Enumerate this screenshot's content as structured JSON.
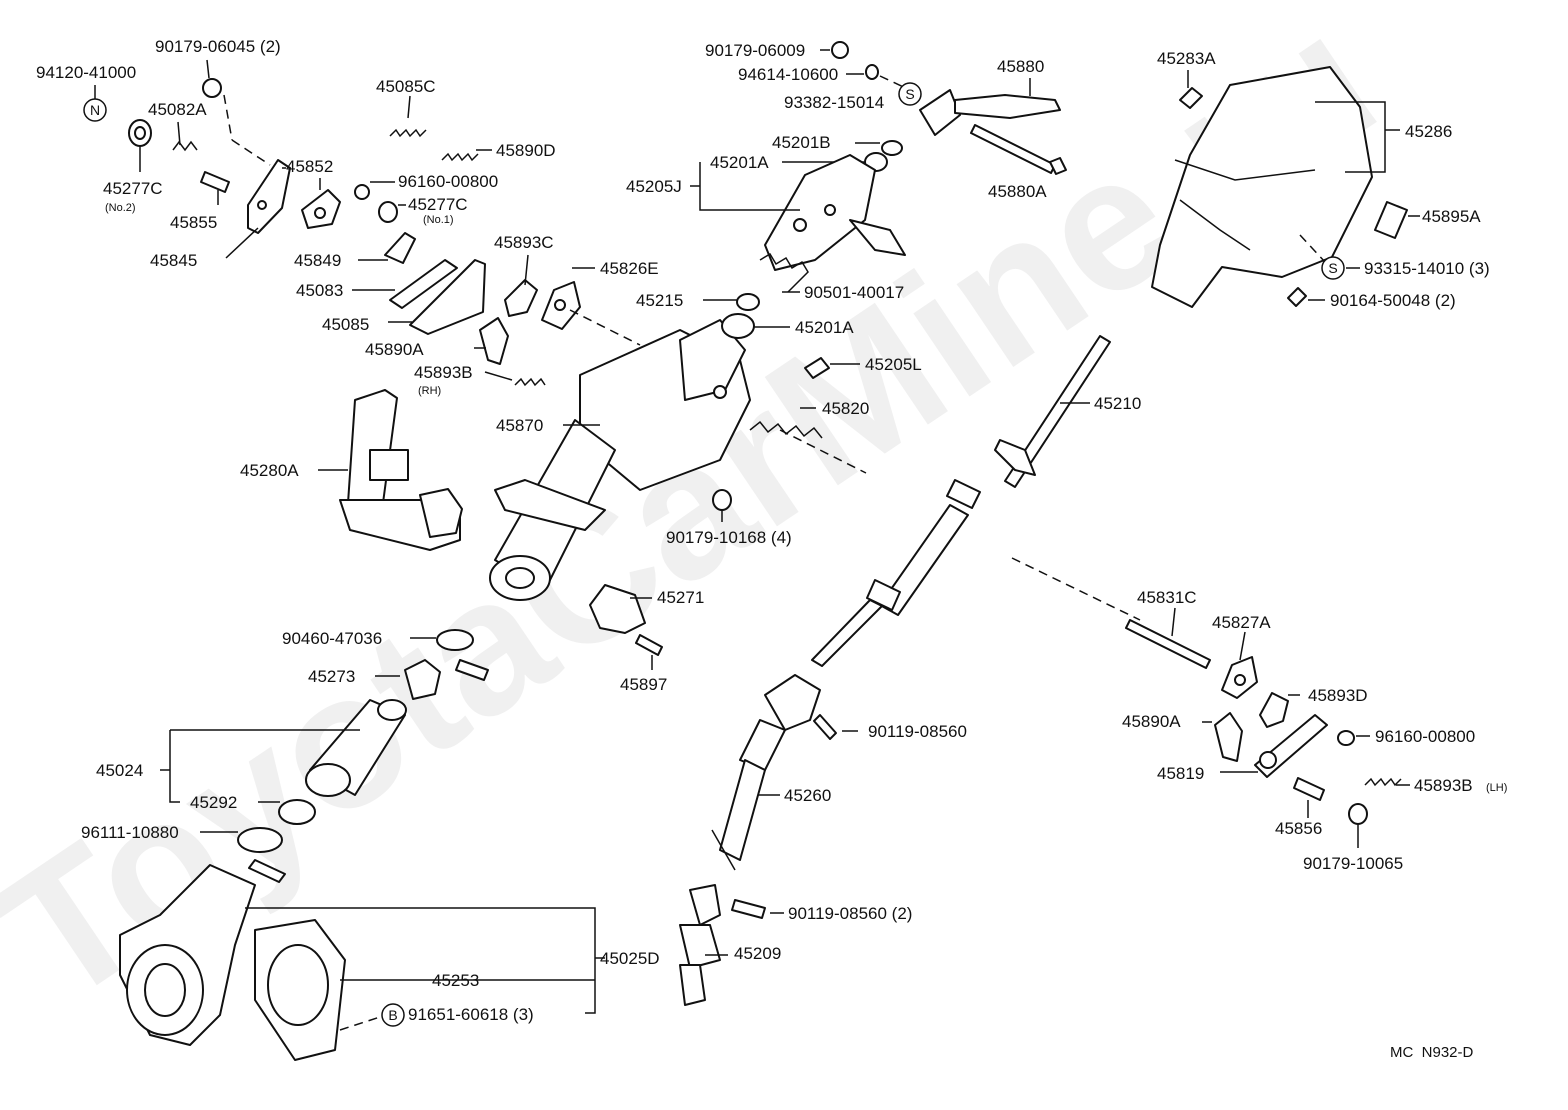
{
  "watermark": "ToyotaCarMine.ru",
  "diagram_code": "MC  N932-D",
  "symbols": {
    "N": "N",
    "S": "S",
    "B": "B"
  },
  "labels": {
    "p94120_41000": "94120-41000",
    "p90179_06045": "90179-06045 (2)",
    "p45082A": "45082A",
    "p45277C_no2": "45277C",
    "no2": "(No.2)",
    "p45855": "45855",
    "p45845": "45845",
    "p45852": "45852",
    "p45085C": "45085C",
    "p45890D": "45890D",
    "p96160_00800_a": "96160-00800",
    "p45277C_no1": "45277C",
    "no1": "(No.1)",
    "p45849": "45849",
    "p45083": "45083",
    "p45085": "45085",
    "p45893C": "45893C",
    "p45826E": "45826E",
    "p45890A_a": "45890A",
    "p45893B_rh": "45893B",
    "rh": "(RH)",
    "p45280A": "45280A",
    "p45870": "45870",
    "p90179_06009": "90179-06009",
    "p94614_10600": "94614-10600",
    "p93382_15014": "93382-15014",
    "p45880": "45880",
    "p45880A": "45880A",
    "p45201B": "45201B",
    "p45201A_top": "45201A",
    "p45205J": "45205J",
    "p45215": "45215",
    "p90501_40017": "90501-40017",
    "p45201A": "45201A",
    "p45205L": "45205L",
    "p45820": "45820",
    "p90179_10168": "90179-10168 (4)",
    "p45283A": "45283A",
    "p45286": "45286",
    "p45895A": "45895A",
    "p93315_14010": "93315-14010 (3)",
    "p90164_50048": "90164-50048 (2)",
    "p45210": "45210",
    "p45271": "45271",
    "p45897": "45897",
    "p90460_47036": "90460-47036",
    "p45273": "45273",
    "p45024": "45024",
    "p45292": "45292",
    "p96111_10880": "96111-10880",
    "p45253": "45253",
    "p45025D": "45025D",
    "p91651_60618": "91651-60618 (3)",
    "p90119_08560": "90119-08560",
    "p45260": "45260",
    "p90119_08560_2": "90119-08560 (2)",
    "p45209": "45209",
    "p45831C": "45831C",
    "p45827A": "45827A",
    "p45893D": "45893D",
    "p45890A_b": "45890A",
    "p96160_00800_b": "96160-00800",
    "p45819": "45819",
    "p45893B_lh": "45893B",
    "lh": "(LH)",
    "p45856": "45856",
    "p90179_10065": "90179-10065"
  }
}
